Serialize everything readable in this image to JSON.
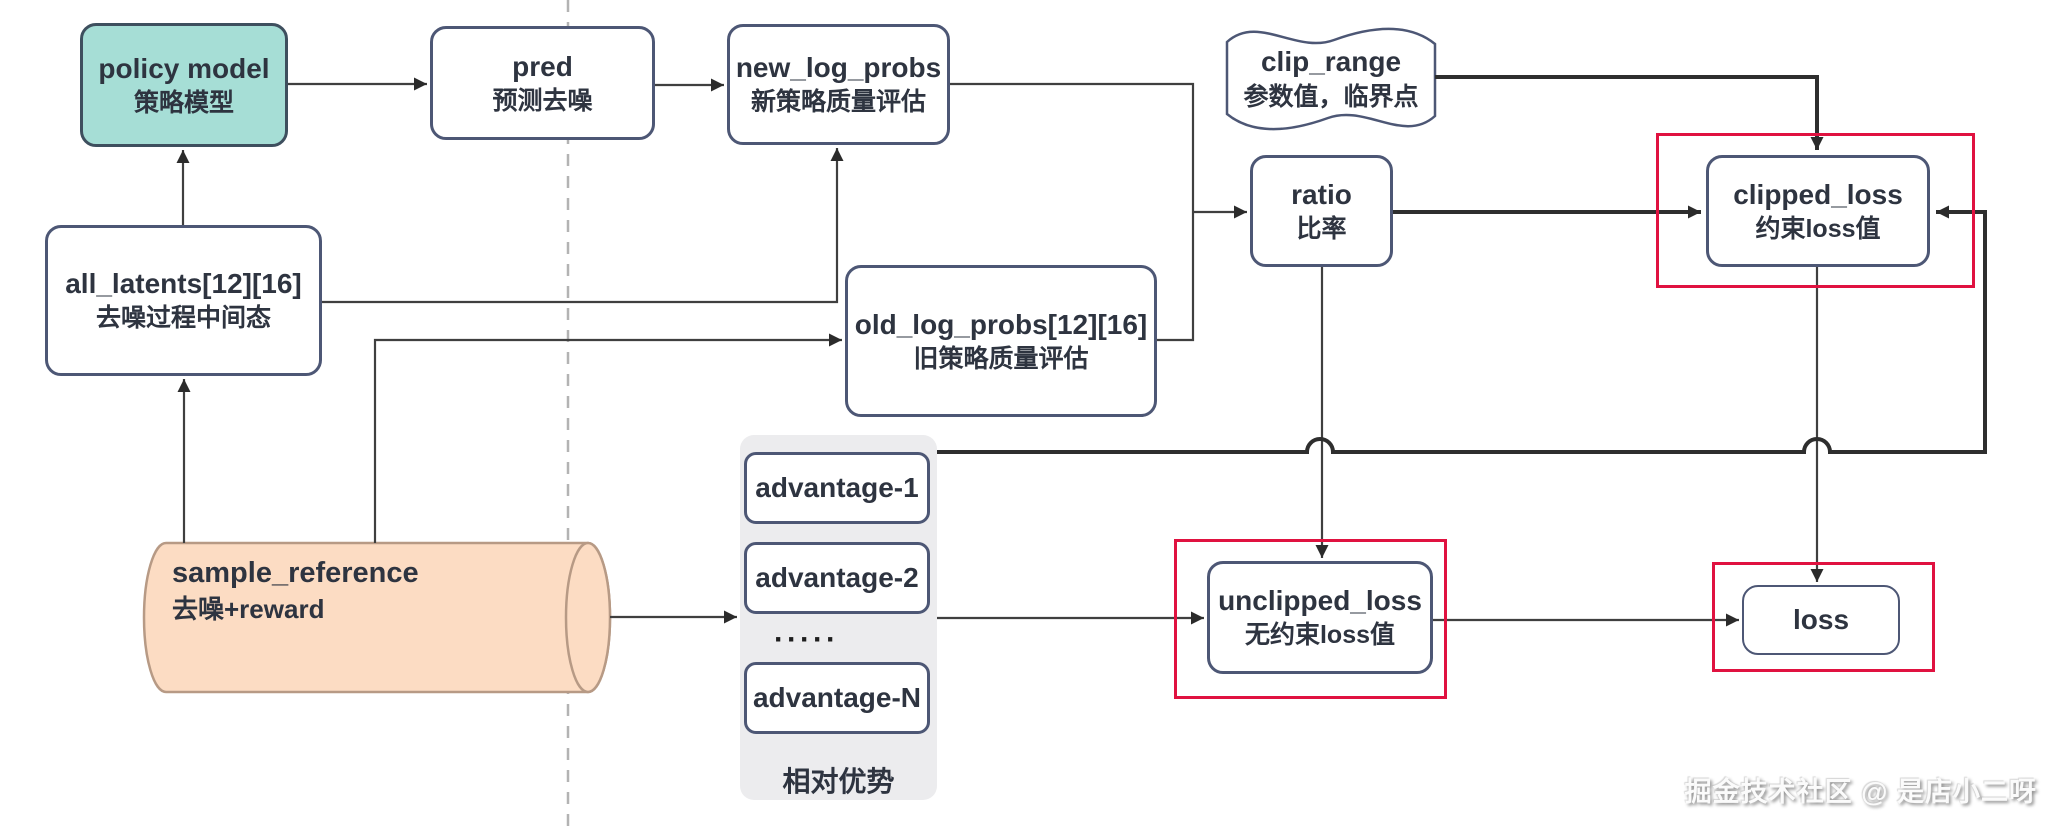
{
  "diagram": {
    "nodes": {
      "policy_model": {
        "en": "policy model",
        "zh": "策略模型"
      },
      "pred": {
        "en": "pred",
        "zh": "预测去噪"
      },
      "new_log_probs": {
        "en": "new_log_probs",
        "zh": "新策略质量评估"
      },
      "clip_range": {
        "en": "clip_range",
        "zh": "参数值，临界点"
      },
      "ratio": {
        "en": "ratio",
        "zh": "比率"
      },
      "clipped_loss": {
        "en": "clipped_loss",
        "zh": "约束loss值"
      },
      "all_latents": {
        "en": "all_latents[12][16]",
        "zh": "去噪过程中间态"
      },
      "old_log_probs": {
        "en": "old_log_probs[12][16]",
        "zh": "旧策略质量评估"
      },
      "sample_reference": {
        "en": "sample_reference",
        "zh": "去噪+reward"
      },
      "unclipped_loss": {
        "en": "unclipped_loss",
        "zh": "无约束loss值"
      },
      "loss": {
        "en": "loss"
      }
    },
    "advantages": {
      "items": [
        "advantage-1",
        "advantage-2",
        "advantage-N"
      ],
      "dots": "·····",
      "group_label": "相对优势"
    },
    "watermark": "掘金技术社区 @ 是店小二呀",
    "colors": {
      "highlight_red": "#e01240",
      "node_border": "#4d5775",
      "policy_fill": "#a6ded6",
      "cylinder_fill": "#fcdcc3",
      "group_fill": "#ececee",
      "line": "#3f3f3f"
    }
  }
}
